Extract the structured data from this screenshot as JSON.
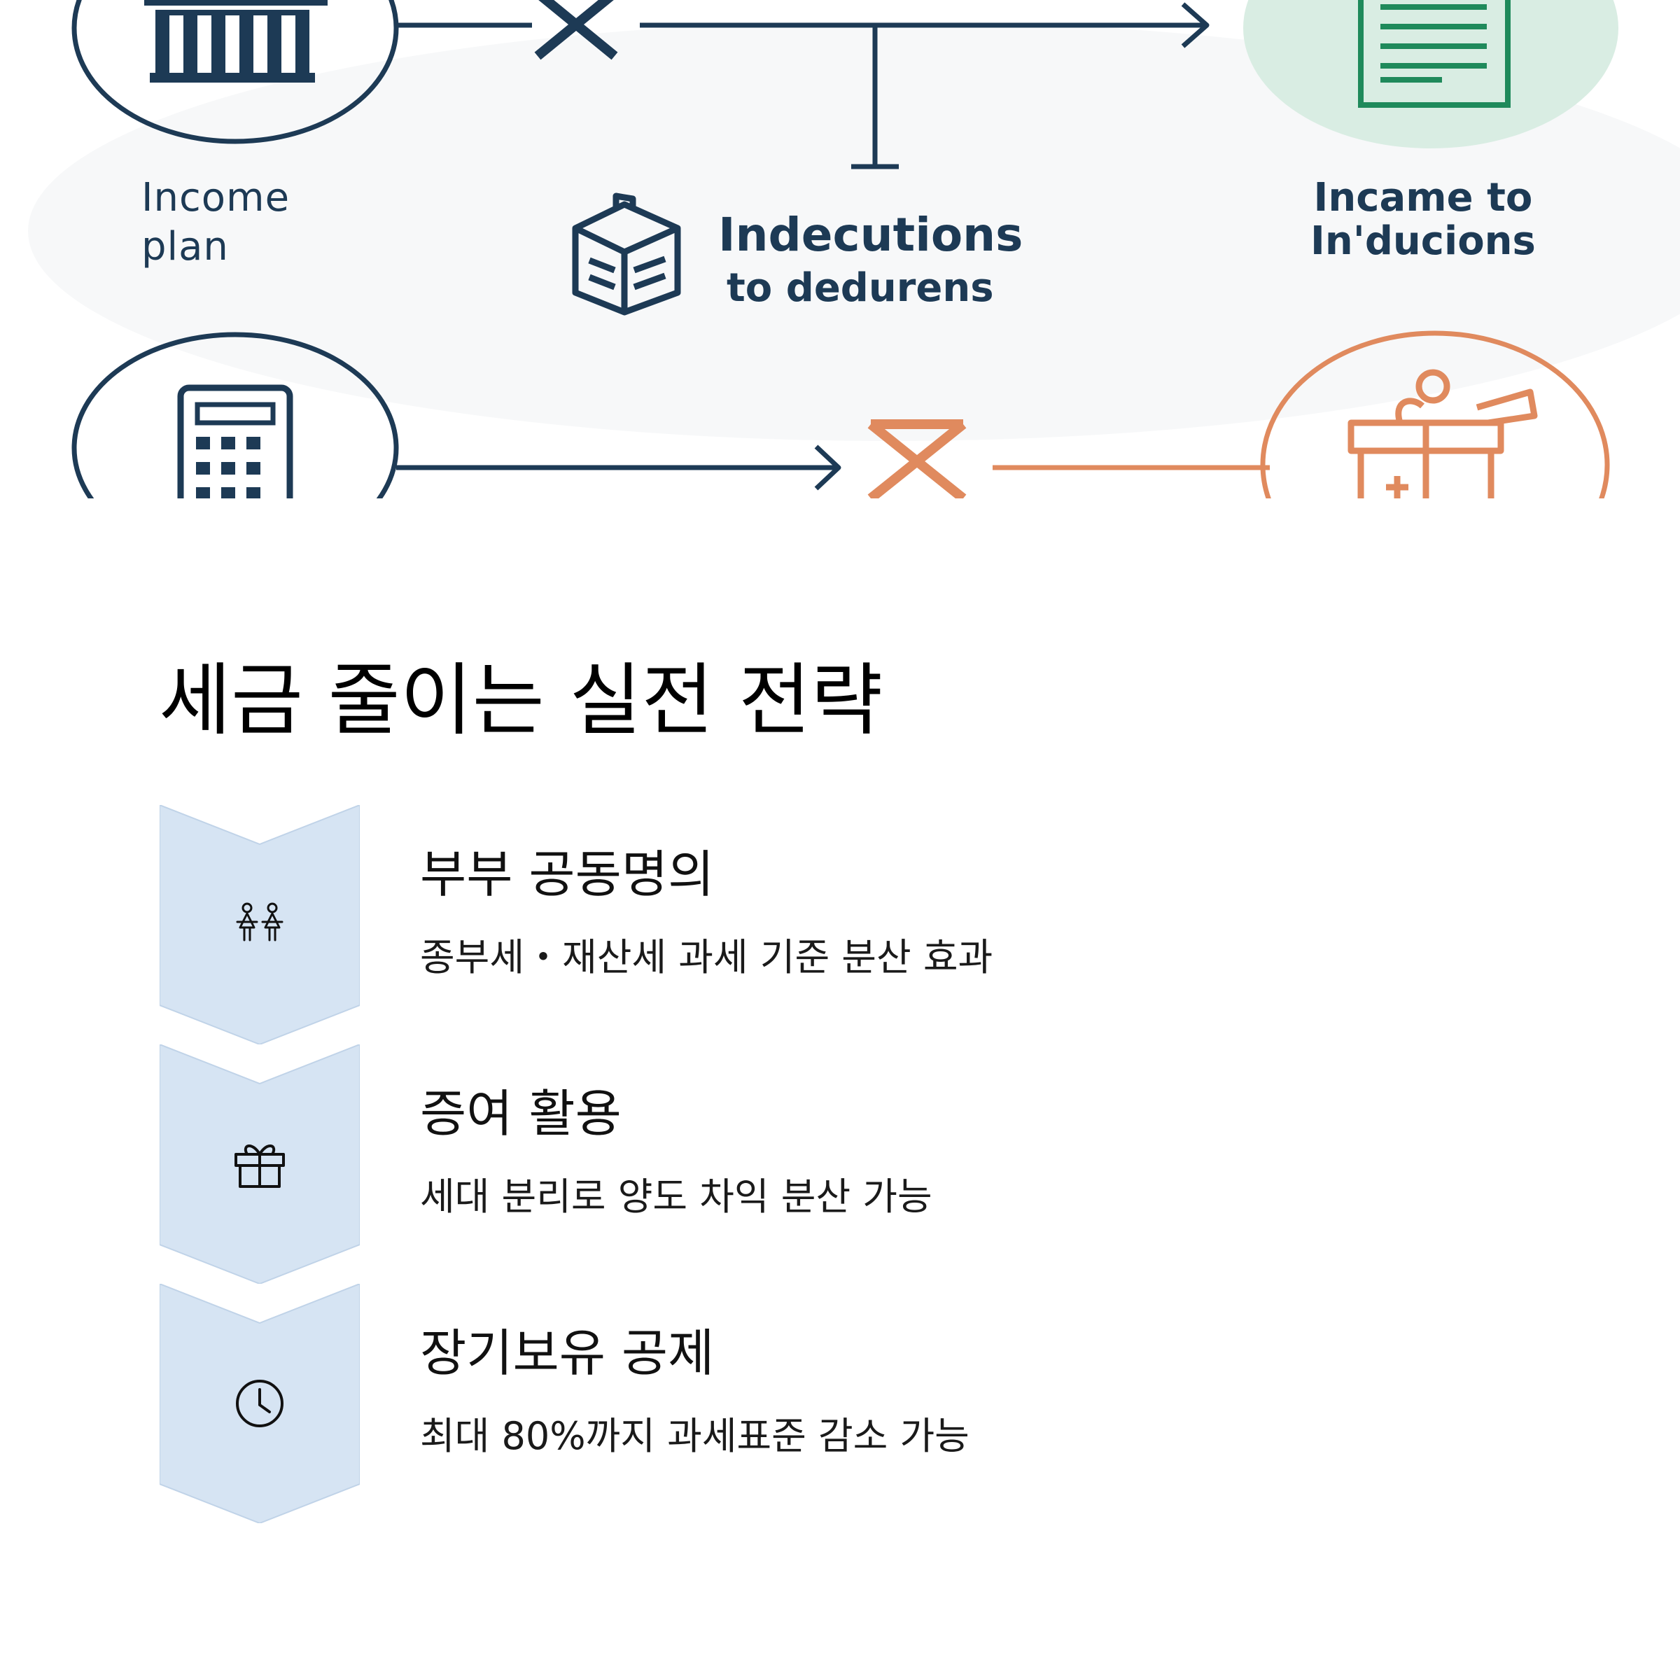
{
  "illustration": {
    "income_plan_label": "Income\nplan",
    "deductions_title": "Indecutions",
    "deductions_subtitle": "to dedurens",
    "income_to_label": "Incame to\nIn'ducions",
    "colors": {
      "navy": "#1d3a55",
      "green": "#1f8a5b",
      "green_bg": "#d9ede3",
      "orange": "#e08a5e"
    }
  },
  "strategy": {
    "title": "세금 줄이는 실전 전략",
    "chevron_color": "#d6e4f3",
    "items": [
      {
        "icon": "couple-icon",
        "title": "부부 공동명의",
        "desc": "종부세・재산세 과세 기준 분산 효과"
      },
      {
        "icon": "gift-icon",
        "title": "증여 활용",
        "desc": "세대 분리로 양도 차익 분산 가능"
      },
      {
        "icon": "clock-icon",
        "title": "장기보유 공제",
        "desc": "최대 80%까지 과세표준 감소 가능"
      }
    ]
  }
}
